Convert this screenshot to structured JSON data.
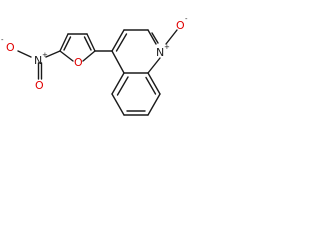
{
  "molecule": {
    "atoms": {
      "nitro_o_left": {
        "symbol": "O",
        "charge": "-"
      },
      "nitro_n": {
        "symbol": "N",
        "charge": "+"
      },
      "nitro_o_bottom": {
        "symbol": "O"
      },
      "furan_o": {
        "symbol": "O"
      },
      "quinoline_n": {
        "symbol": "N",
        "charge": "+"
      },
      "n_oxide_o": {
        "symbol": "O",
        "charge": "-"
      }
    }
  },
  "colors": {
    "oxygen": "#e00000",
    "bond": "#1a1a1a",
    "background": "#ffffff"
  }
}
